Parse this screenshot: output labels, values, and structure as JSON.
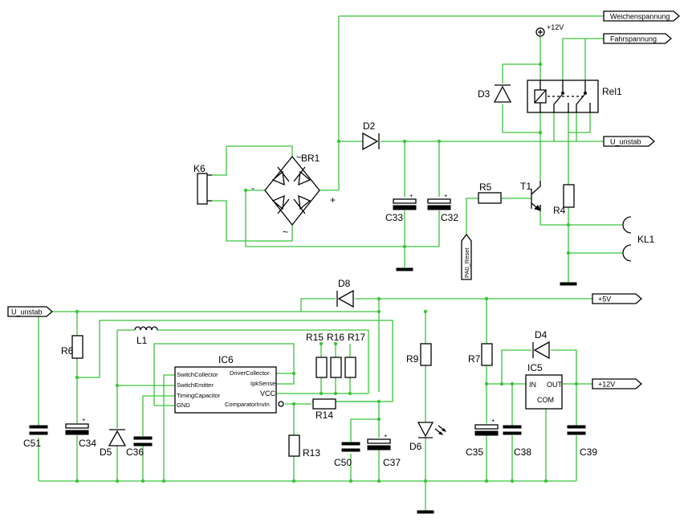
{
  "ports": {
    "weichenspannung": "Weichenspannung",
    "fahrspannung": "Fahrspannung",
    "u_unstab_right": "U_unstab",
    "u_unstab_left": "U_unstab",
    "plus5v": "+5V",
    "plus12v_out": "+12V",
    "pa0_reset": "PA0_Reset"
  },
  "supply": {
    "plus12v": "+12V"
  },
  "bridge": {
    "name": "BR1",
    "ac_top": "~",
    "ac_bottom": "~",
    "minus": "-",
    "plus": "+"
  },
  "labels": {
    "K6": "K6",
    "D2": "D2",
    "D3": "D3",
    "Rel1": "Rel1",
    "C33": "C33",
    "C32": "C32",
    "R5": "R5",
    "T1": "T1",
    "R4": "R4",
    "KL1": "KL1",
    "D8": "D8",
    "R6": "R6",
    "L1": "L1",
    "IC6": "IC6",
    "R15": "R15",
    "R16": "R16",
    "R17": "R17",
    "R14": "R14",
    "R13": "R13",
    "C50": "C50",
    "C37": "C37",
    "R9": "R9",
    "D6": "D6",
    "R7": "R7",
    "D4": "D4",
    "IC5": "IC5",
    "C35": "C35",
    "C38": "C38",
    "C39": "C39",
    "C51": "C51",
    "C34": "C34",
    "D5": "D5",
    "C36": "C36"
  },
  "ic6_pins": {
    "switch_collector": "SwitchCollector",
    "switch_emitter": "SwitchEmitter",
    "timing_capacitor": "TimingCapacitor",
    "gnd": "GND",
    "driver_collector": "DriverCollector",
    "ipk_sense": "IpkSense",
    "vcc": "VCC",
    "comparator_in": "ComparatorInvIn"
  },
  "ic5_pins": {
    "in": "IN",
    "out": "OUT",
    "com": "COM"
  },
  "polarity": {
    "c33": "+",
    "c32": "+",
    "c34": "+",
    "c37": "+",
    "c35": "+"
  },
  "colors": {
    "wire": "#3cc43c",
    "component": "#000000",
    "background": "#ffffff"
  }
}
